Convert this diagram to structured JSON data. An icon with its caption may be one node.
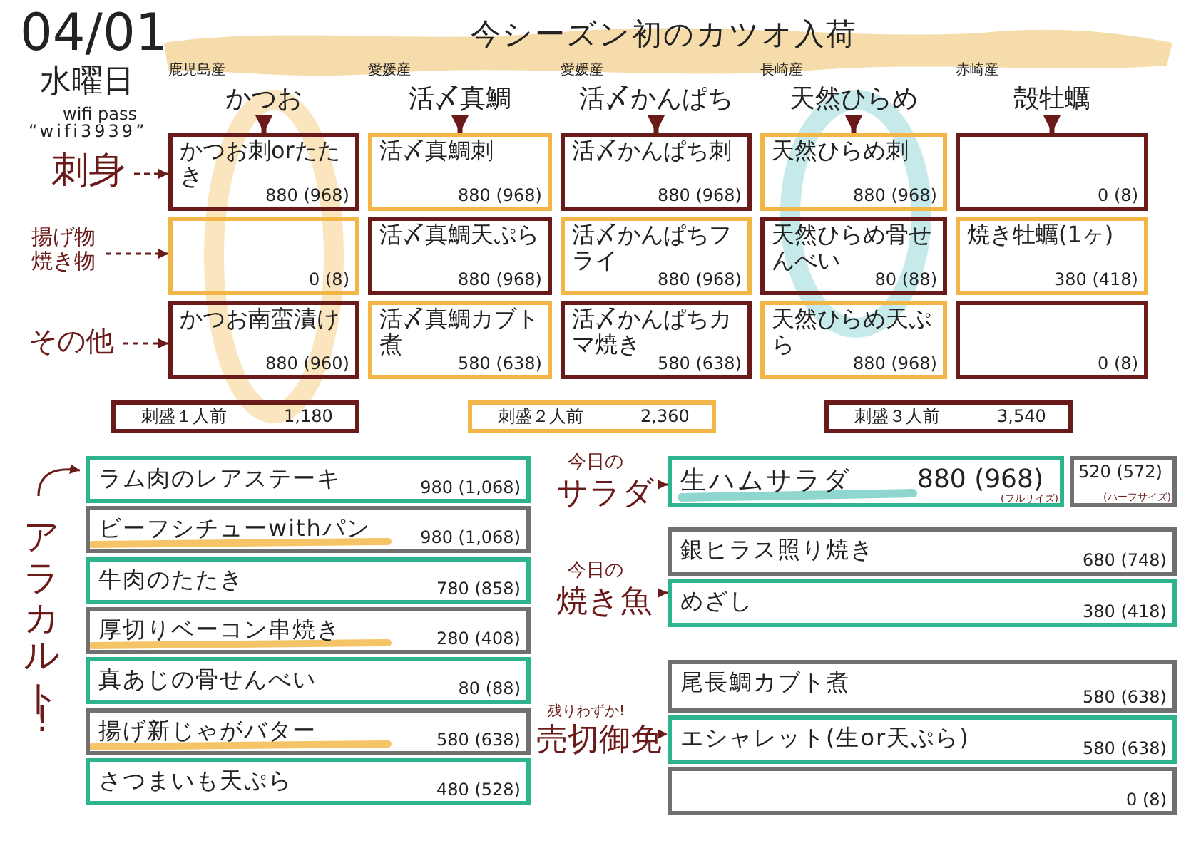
{
  "diagram": {
    "title": "今シーズン初のカツオ入荷",
    "nodes": [
      {
        "text": [
          "かつお"
        ],
        "beside": [
          "鹿児島産"
        ]
      },
      {
        "text": [
          "活〆真鯛"
        ],
        "beside": [
          "愛媛産"
        ]
      },
      {
        "text": [
          "活〆かんぱち"
        ],
        "beside": [
          "愛媛産"
        ]
      },
      {
        "text": [
          "天然ひらめ"
        ],
        "beside": [
          "長崎産"
        ]
      },
      {
        "text": [
          "殻牡蠣"
        ],
        "beside": [
          "赤崎産"
        ]
      },
      {
        "text": [
          "刺身"
        ]
      },
      {
        "text": [
          "揚げ物焼き物"
        ]
      },
      {
        "text": [
          "その他"
        ]
      },
      {
        "text": [
          "かつお刺orたたき",
          "880 (968)"
        ]
      },
      {
        "text": [
          "活〆真鯛刺",
          "880 (968)"
        ]
      },
      {
        "text": [
          "活〆かんぱち刺",
          "880 (968)"
        ]
      },
      {
        "text": [
          "天然ひらめ刺",
          "880 (968)"
        ]
      },
      {
        "text": [
          "0 (8)"
        ]
      },
      {
        "text": [
          "0 (8)"
        ]
      },
      {
        "text": [
          "活〆真鯛天ぷら",
          "880 (968)"
        ]
      },
      {
        "text": [
          "活〆かんぱちフライ",
          "880 (968)"
        ]
      },
      {
        "text": [
          "天然ひらめ骨せんべい",
          "80 (88)"
        ]
      },
      {
        "text": [
          "焼き牡蠣(1ヶ)",
          "380 (418)"
        ]
      },
      {
        "text": [
          "かつお南蛮漬け",
          "880 (960)"
        ]
      },
      {
        "text": [
          "活〆真鯛カブト煮",
          "580 (638)"
        ]
      },
      {
        "text": [
          "活〆かんぱちカマ焼き",
          "580 (638)"
        ]
      },
      {
        "text": [
          "天然ひらめ天ぷら",
          "880 (968)"
        ]
      },
      {
        "text": [
          "0 (8)"
        ]
      },
      {
        "text": [
          "刺盛１人前",
          "1,180"
        ]
      },
      {
        "text": [
          "刺盛２人前",
          "2,360"
        ]
      },
      {
        "text": [
          "刺盛３人前",
          "3,540"
        ]
      },
      {
        "text": [
          "アラカルト!"
        ]
      },
      {
        "text": [
          "ラム肉のレアステーキ",
          "980 (1,068)"
        ]
      },
      {
        "text": [
          "ビーフシチューwithパン",
          "980 (1,068)"
        ]
      },
      {
        "text": [
          "牛肉のたたき",
          "780 (858)"
        ]
      },
      {
        "text": [
          "厚切りベーコン串焼き",
          "280 (408)"
        ]
      },
      {
        "text": [
          "真あじの骨せんべい",
          "80 (88)"
        ]
      },
      {
        "text": [
          "揚げ新じゃがバター",
          "580 (638)"
        ]
      },
      {
        "text": [
          "さつまいも天ぷら",
          "480 (528)"
        ]
      },
      {
        "text": [
          "今日の",
          "サラダ"
        ]
      },
      {
        "text": [
          "生ハムサラダ",
          "880 (968)",
          "(フルサイズ)"
        ]
      },
      {
        "text": [
          "520 (572)",
          "(ハーフサイズ)"
        ]
      },
      {
        "text": [
          "今日の",
          "焼き魚"
        ]
      },
      {
        "text": [
          "銀ヒラス照り焼き",
          "680 (748)"
        ]
      },
      {
        "text": [
          "めざし",
          "380 (418)"
        ]
      },
      {
        "text": [
          "残りわずか!",
          "売切御免"
        ]
      },
      {
        "text": [
          "尾長鯛カブト煮",
          "580 (638)"
        ]
      },
      {
        "text": [
          "エシャレット(生or天ぷら)",
          "580 (638)"
        ]
      },
      {
        "text": [
          "0 (8)"
        ]
      }
    ],
    "edges": [
      {
        "from": 0,
        "to": 8,
        "arrow": "to",
        "style": "thick"
      },
      {
        "from": 1,
        "to": 9,
        "arrow": "to",
        "style": "thick"
      },
      {
        "from": 2,
        "to": 10,
        "arrow": "to",
        "style": "thick"
      },
      {
        "from": 3,
        "to": 11,
        "arrow": "to",
        "style": "thick"
      },
      {
        "from": 4,
        "to": 12,
        "arrow": "to",
        "style": "thick"
      },
      {
        "from": 5,
        "to": 8,
        "arrow": "to",
        "style": "dashed"
      },
      {
        "from": 6,
        "to": 13,
        "arrow": "to",
        "style": "dashed"
      },
      {
        "from": 7,
        "to": 18,
        "arrow": "to",
        "style": "dashed"
      },
      {
        "from": 26,
        "to": 27,
        "arrow": "to"
      },
      {
        "from": 34,
        "to": 35,
        "arrow": "to"
      },
      {
        "from": 37,
        "to": 39,
        "arrow": "to"
      },
      {
        "from": 40,
        "to": 42,
        "arrow": "to"
      }
    ],
    "labels": [
      "04/01",
      "水曜日",
      "wifi pass",
      "“wifi3939”"
    ]
  }
}
